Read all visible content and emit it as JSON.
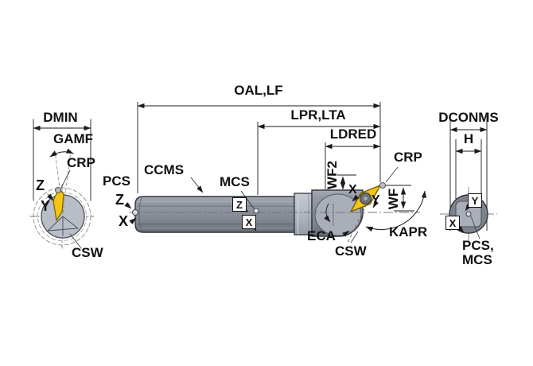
{
  "drawing_title": "boring-bar-tool-dimension-diagram",
  "labels": {
    "oal": "OAL,LF",
    "lpr": "LPR,LTA",
    "ldred": "LDRED",
    "dmin": "DMIN",
    "gamf": "GAMF",
    "crp": "CRP",
    "csw": "CSW",
    "ccms": "CCMS",
    "mcs": "MCS",
    "pcs": "PCS",
    "wf": "WF",
    "wf2": "WF2",
    "eca": "ECA",
    "kapr": "KAPR",
    "dconms": "DCONMS",
    "h": "H",
    "x": "X",
    "y": "Y",
    "z": "Z",
    "pcs_mcs_1": "PCS,",
    "pcs_mcs_2": "MCS"
  },
  "colors": {
    "insert_yellow": "#f4c613",
    "insert_outline": "#7d5f00",
    "steel_gray": "#8a8f9a",
    "collar_gray": "#b2b6c0",
    "dome_gray": "#a9aeb8",
    "left_circle_gray": "#b8bdc8",
    "right_circle_gray": "#7d828c",
    "line_black": "#1b1b1b",
    "construction_gray": "#8a8a8a"
  }
}
